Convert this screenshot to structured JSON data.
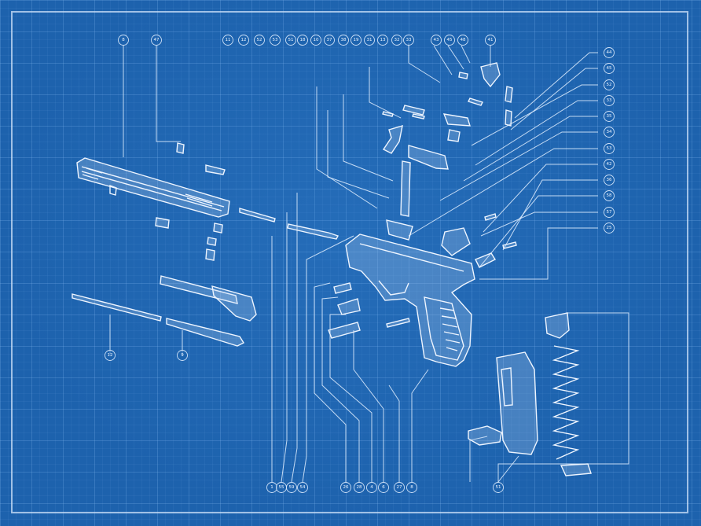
{
  "labels": {
    "top": [
      "8",
      "47",
      "11",
      "12",
      "52",
      "53",
      "51",
      "18",
      "10",
      "37",
      "38",
      "19",
      "31",
      "13",
      "32",
      "33",
      "43",
      "45",
      "48",
      "41"
    ],
    "right": [
      "44",
      "45",
      "52",
      "33",
      "35",
      "34",
      "53",
      "42",
      "36",
      "58",
      "57",
      "25"
    ],
    "left": [
      "12",
      "9"
    ],
    "bottom": [
      "1",
      "55",
      "59",
      "54",
      "26",
      "28",
      "4",
      "6",
      "27",
      "8",
      "51"
    ]
  }
}
